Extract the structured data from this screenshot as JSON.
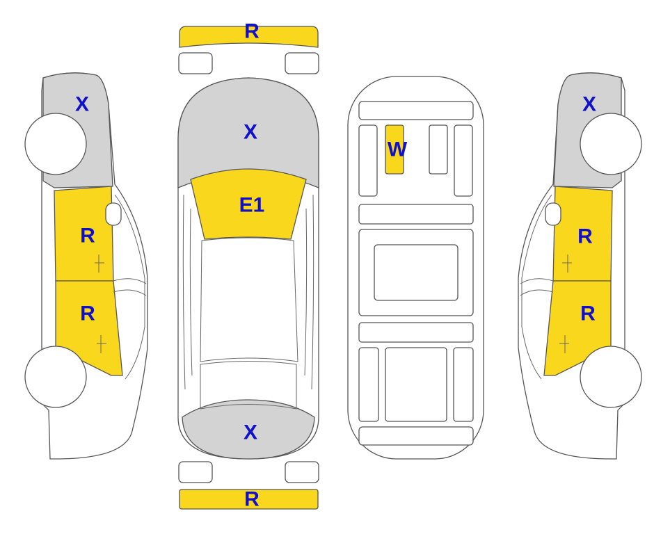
{
  "colors": {
    "damage_fill": "#F9D71C",
    "missing_fill": "#D3D3D3",
    "outline": "#555555",
    "label_text": "#0F0FCC"
  },
  "labels": {
    "front_bumper": "R",
    "rear_bumper": "R",
    "hood": "X",
    "windshield": "E1",
    "trunk": "X",
    "interior_seat": "W",
    "left_front_fender": "X",
    "left_front_door": "R",
    "left_rear_door": "R",
    "right_front_fender": "X",
    "right_front_door": "R",
    "right_rear_door": "R"
  }
}
